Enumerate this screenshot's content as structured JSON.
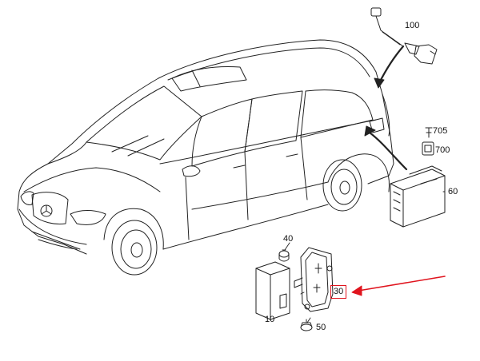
{
  "labels": {
    "p100": "100",
    "p705": "705",
    "p700": "700",
    "p60": "60",
    "p40": "40",
    "p10": "10",
    "p50": "50",
    "p30": "30"
  },
  "colors": {
    "line": "#222222",
    "highlight": "#e0141e"
  }
}
